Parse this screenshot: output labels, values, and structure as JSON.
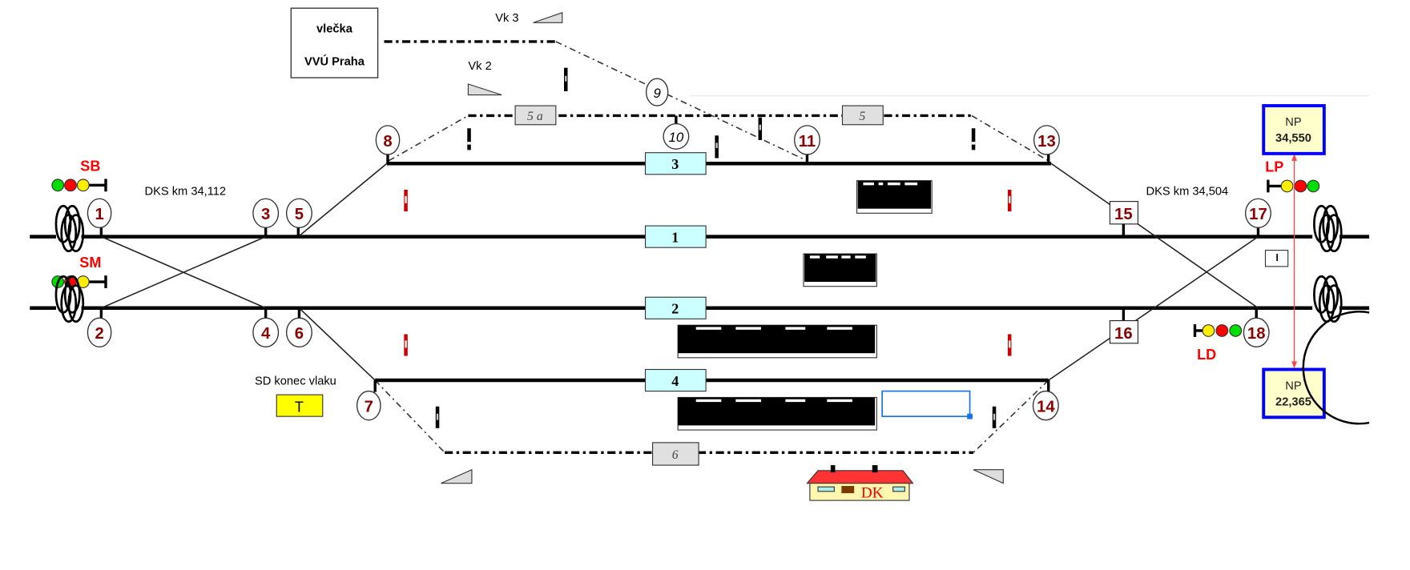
{
  "siding": {
    "line1": "vlečka",
    "line2": "VVÚ Praha"
  },
  "derails": {
    "vk3": "Vk 3",
    "vk2": "Vk 2"
  },
  "tracks": {
    "t5a": "5 a",
    "t5": "5",
    "t3": "3",
    "t1": "1",
    "t2": "2",
    "t4": "4",
    "t6": "6"
  },
  "switches": {
    "s1": "1",
    "s2": "2",
    "s3": "3",
    "s4": "4",
    "s5": "5",
    "s6": "6",
    "s7": "7",
    "s8": "8",
    "s9": "9",
    "s10": "10",
    "s11": "11",
    "s13": "13",
    "s14": "14",
    "s15": "15",
    "s16": "16",
    "s17": "17",
    "s18": "18"
  },
  "signals": {
    "sb": "SB",
    "sm": "SM",
    "lp": "LP",
    "ld": "LD"
  },
  "km": {
    "left": "DKS km 34,112",
    "right": "DKS km 34,504"
  },
  "sd": {
    "label": "SD konec vlaku",
    "button": "T"
  },
  "np": {
    "top_label": "NP",
    "top_value": "34,550",
    "bottom_label": "NP",
    "bottom_value": "22,365"
  },
  "station": {
    "label": "DK"
  },
  "colors": {
    "signal_green": "#00dd00",
    "signal_red": "#ff0000",
    "signal_yellow": "#ffee00",
    "track_label_bg": "#ccffff",
    "np_border": "#0000ff",
    "np_bg": "#ffffcc",
    "switch_number": "#8b0000",
    "selection": "#1a73e8"
  }
}
